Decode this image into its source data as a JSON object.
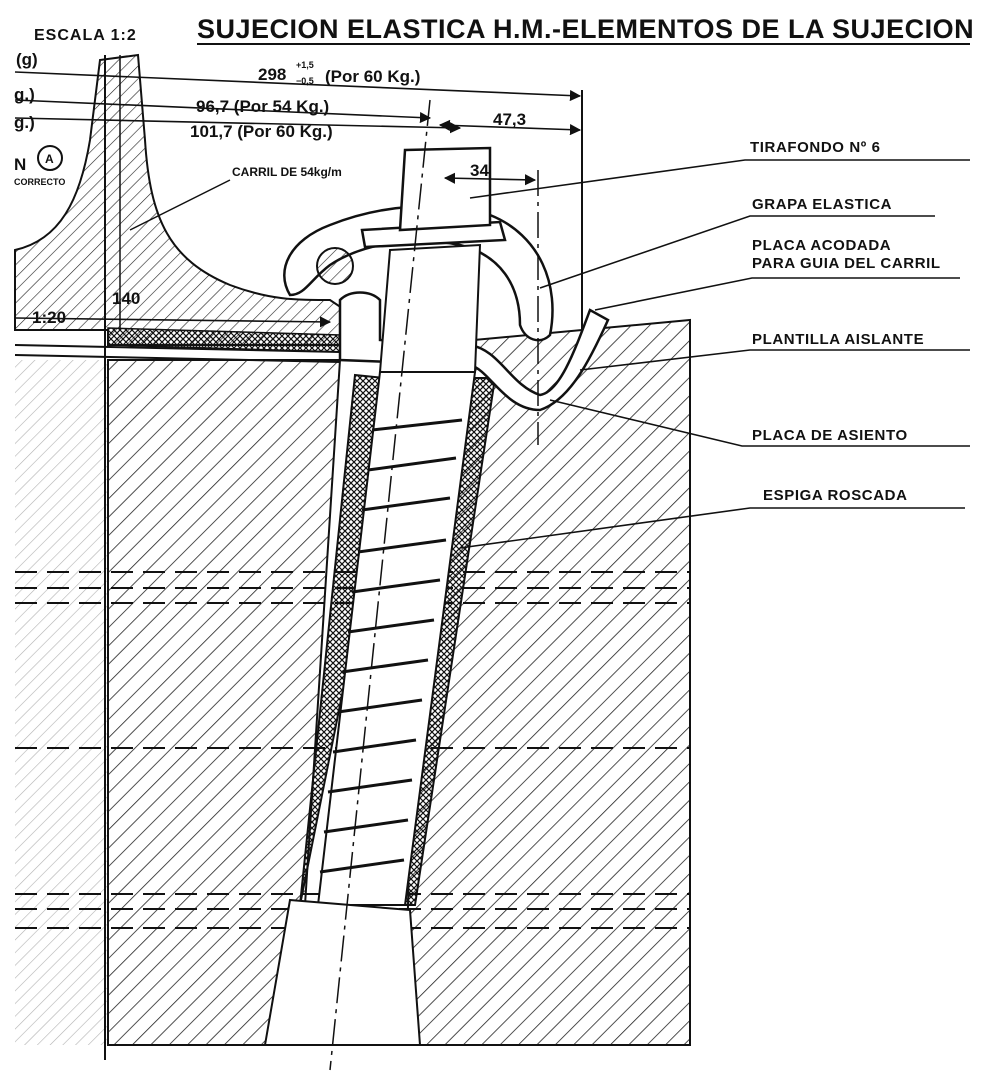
{
  "header": {
    "scale": "ESCALA 1:2",
    "title": "SUJECION ELASTICA H.M.-ELEMENTOS DE LA SUJECION"
  },
  "left_fragments": {
    "f1": "(g)",
    "f2": "g.)",
    "f3": "g.)",
    "f4": "N",
    "f5": "CORRECTO",
    "circle_letter": "A"
  },
  "dimensions": {
    "d298_main": "298",
    "d298_tol_upper": "+1,5",
    "d298_tol_lower": "−0,5",
    "d298_note": "(Por 60 Kg.)",
    "d96": "96,7 (Por 54 Kg.)",
    "d101": "101,7 (Por 60 Kg.)",
    "d47": "47,3",
    "d34": "34",
    "d140": "140",
    "slope": "1:20"
  },
  "labels": {
    "carril": "CARRIL DE 54kg/m",
    "tirafondo": "TIRAFONDO Nº 6",
    "grapa": "GRAPA ELASTICA",
    "placa_acodada_1": "PLACA ACODADA",
    "placa_acodada_2": "PARA GUIA DEL CARRIL",
    "plantilla": "PLANTILLA AISLANTE",
    "placa_asiento": "PLACA DE ASIENTO",
    "espiga": "ESPIGA ROSCADA"
  }
}
